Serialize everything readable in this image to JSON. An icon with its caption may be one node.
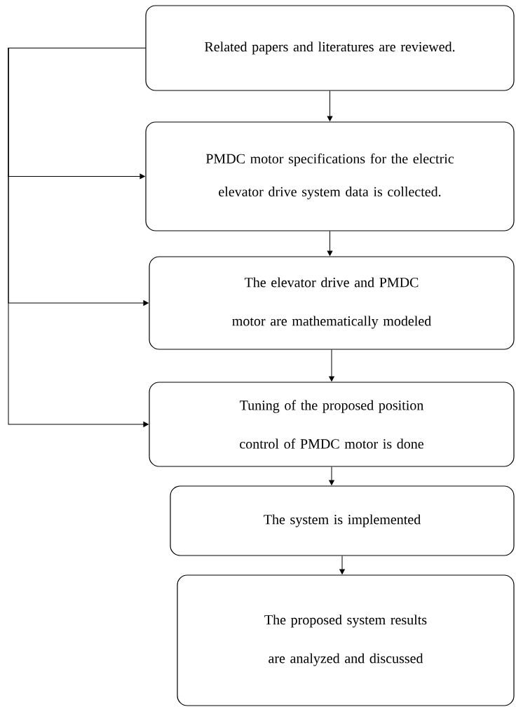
{
  "diagram": {
    "nodes": [
      {
        "text": [
          "Related papers and literatures are reviewed."
        ]
      },
      {
        "text": [
          "PMDC motor specifications for the electric elevator drive system data is collected."
        ]
      },
      {
        "text": [
          "The elevator drive and PMDC motor are mathematically modeled"
        ]
      },
      {
        "text": [
          "Tuning of the proposed position control of PMDC motor is done"
        ]
      },
      {
        "text": [
          "The system is implemented"
        ]
      },
      {
        "text": [
          "The proposed system results are analyzed and discussed"
        ]
      }
    ],
    "edges": [
      {
        "from": 0,
        "to": 1,
        "arrow": "to"
      },
      {
        "from": 1,
        "to": 2,
        "arrow": "to"
      },
      {
        "from": 2,
        "to": 3,
        "arrow": "to"
      },
      {
        "from": 3,
        "to": 4,
        "arrow": "to"
      },
      {
        "from": 4,
        "to": 5,
        "arrow": "to"
      },
      {
        "from": 0,
        "to": 1,
        "arrow": "to"
      },
      {
        "from": 0,
        "to": 2,
        "arrow": "to"
      },
      {
        "from": 0,
        "to": 3,
        "arrow": "to"
      }
    ]
  }
}
